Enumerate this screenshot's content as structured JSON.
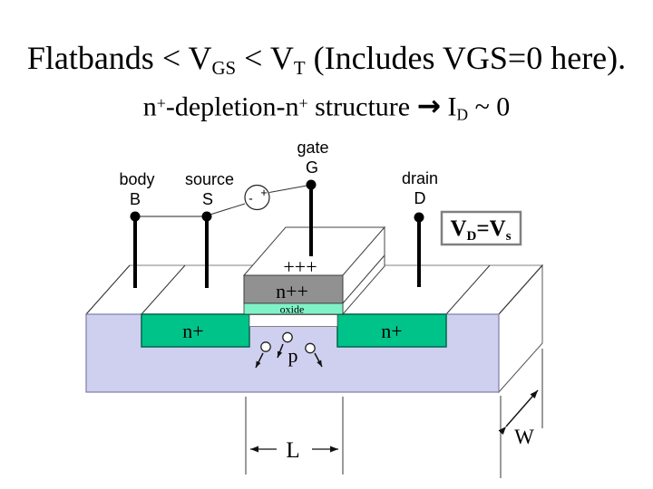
{
  "slide": {
    "title": {
      "t1": "Flatbands < V",
      "sub1": "GS",
      "t2": " < V",
      "sub2": "T",
      "t3": " (Includes VGS=0 here)."
    },
    "subtitle": {
      "t1": "n",
      "sup1": "+",
      "t2": "-depletion-n",
      "sup2": "+",
      "t3": " structure ",
      "arrow": "→",
      "t4": " I",
      "sub1": "D",
      "t5": " ~ 0"
    }
  },
  "terminals": {
    "gate": {
      "name": "gate",
      "letter": "G"
    },
    "body": {
      "name": "body",
      "letter": "B"
    },
    "source": {
      "name": "source",
      "letter": "S"
    },
    "drain": {
      "name": "drain",
      "letter": "D"
    }
  },
  "battery": {
    "minus": "-",
    "plus": "+"
  },
  "annotation_box": {
    "v1": "V",
    "s1": "D",
    "eq": "=V",
    "s2": "s"
  },
  "regions": {
    "gate_charge": "+++",
    "gate_material": "n++",
    "oxide": "oxide",
    "source_region": "n+",
    "drain_region": "n+",
    "substrate": "p"
  },
  "dimensions": {
    "length": "L",
    "width": "W"
  },
  "colors": {
    "substrate_lavender": "#CFCFEF",
    "n_plus_green": "#00C389",
    "oxide_mint": "#80F2C8",
    "gate_gray": "#919191",
    "wire_gray": "#808080"
  }
}
